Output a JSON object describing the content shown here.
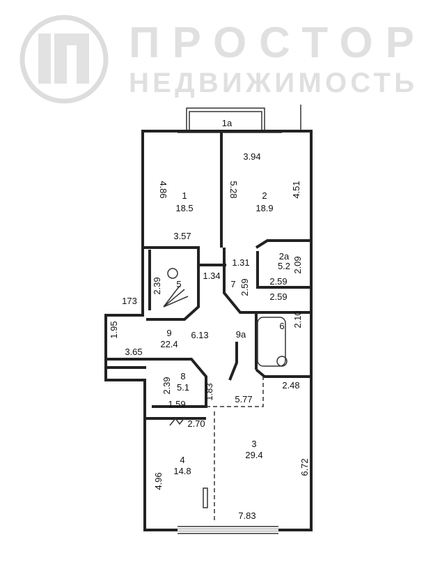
{
  "watermark": {
    "line1": "ПРОСТОР",
    "line2": "НЕДВИЖИМОСТЬ",
    "color": "#d6d6d6"
  },
  "balcony": {
    "number": "1a"
  },
  "rooms": {
    "r1": {
      "number": "1",
      "area": "18.5",
      "dims": [
        "4.86",
        "3.57"
      ]
    },
    "r2": {
      "number": "2",
      "area": "18.9",
      "dims": [
        "3.94",
        "5.28",
        "4.51"
      ]
    },
    "r2a": {
      "number": "2a",
      "area": "5.2",
      "dims": [
        "2.09",
        "2.59"
      ]
    },
    "r3": {
      "number": "3",
      "area": "29.4",
      "dims": [
        "6.72",
        "7.83",
        "2.48",
        "5.77"
      ]
    },
    "r4": {
      "number": "4",
      "area": "14.8",
      "dims": [
        "4.96",
        "2.70"
      ]
    },
    "r5": {
      "number": "5",
      "dims": [
        "2.39",
        "1.34",
        "173"
      ]
    },
    "r6": {
      "number": "6",
      "dims": [
        "2.10",
        "2.59"
      ]
    },
    "r7": {
      "number": "7",
      "dims": [
        "1.31",
        "2.59"
      ]
    },
    "r8": {
      "number": "8",
      "area": "5.1",
      "dims": [
        "2.39",
        "1.59",
        "1.83"
      ]
    },
    "r9": {
      "number": "9",
      "area": "22.4",
      "dims": [
        "6.13",
        "1.95",
        "3.65"
      ]
    },
    "r9a": {
      "number": "9a"
    }
  }
}
